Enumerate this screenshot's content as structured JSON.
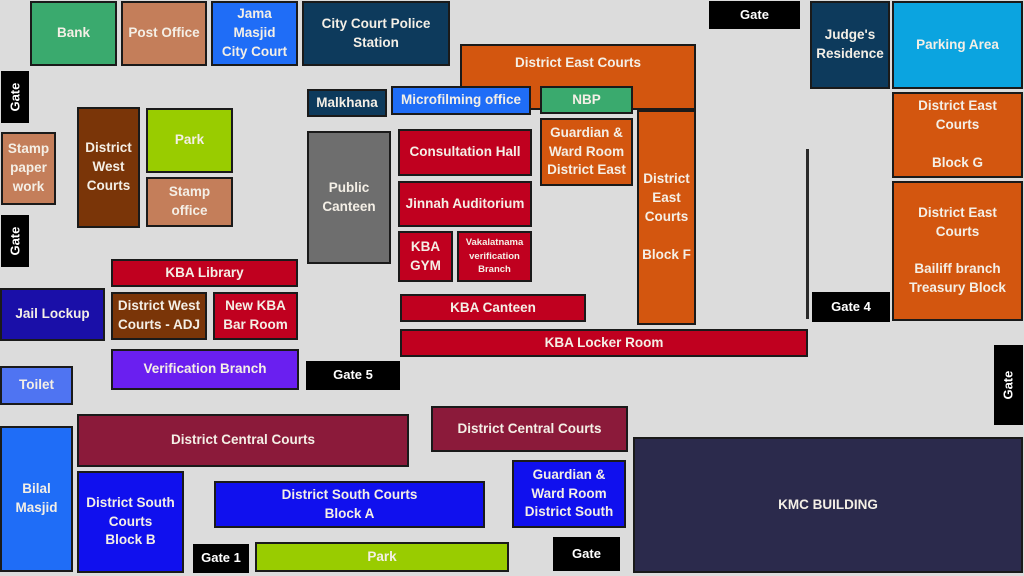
{
  "map": {
    "colors": {
      "background": "#dcdcdc",
      "gate": "#000000",
      "district_east": "#d3560f",
      "kba": "#c0001f",
      "district_west": "#7a3508",
      "district_central": "#8b1a3a",
      "district_south": "#1010ee",
      "navy": "#0d3a5c",
      "kmc": "#2b2a4c"
    },
    "blocks": {
      "bank": {
        "label": "Bank",
        "color": "#3aaa6e"
      },
      "post_office": {
        "label": "Post Office",
        "color": "#c47e5a"
      },
      "jama_masjid": {
        "label": "Jama\nMasjid\nCity Court",
        "color": "#1f6df7"
      },
      "city_court_police": {
        "label": "City Court Police\nStation",
        "color": "#0d3a5c"
      },
      "gate_top": {
        "label": "Gate"
      },
      "judges_residence": {
        "label": "Judge's\nResidence",
        "color": "#0d3a5c"
      },
      "parking": {
        "label": "Parking Area",
        "color": "#0ba4e0"
      },
      "gate_left_1": {
        "label": "Gate"
      },
      "district_east_top": {
        "label": "District East Courts",
        "color": "#d3560f"
      },
      "malkhana": {
        "label": "Malkhana",
        "color": "#0d3a5c"
      },
      "microfilming": {
        "label": "Microfilming office",
        "color": "#1f6df7"
      },
      "nbp": {
        "label": "NBP",
        "color": "#3aaa6e"
      },
      "district_east_g": {
        "label": "District East\nCourts\n\nBlock G",
        "color": "#d3560f"
      },
      "district_west": {
        "label": "District\nWest\nCourts",
        "color": "#7a3508"
      },
      "park_1": {
        "label": "Park",
        "color": "#99cc00"
      },
      "stamp_paper": {
        "label": "Stamp\npaper\nwork",
        "color": "#c47e5a"
      },
      "consultation_hall": {
        "label": "Consultation Hall",
        "color": "#c0001f"
      },
      "guardian_east": {
        "label": "Guardian &\nWard Room\nDistrict East",
        "color": "#d3560f"
      },
      "district_east_f": {
        "label": "District\nEast\nCourts\n\nBlock F",
        "color": "#d3560f"
      },
      "public_canteen": {
        "label": "Public\nCanteen",
        "color": "#6e6e6e"
      },
      "stamp_office": {
        "label": "Stamp\noffice",
        "color": "#c47e5a"
      },
      "district_east_bailiff": {
        "label": "District East\nCourts\n\nBailiff branch\nTreasury Block",
        "color": "#d3560f"
      },
      "jinnah_auditorium": {
        "label": "Jinnah Auditorium",
        "color": "#c0001f"
      },
      "gate_left_2": {
        "label": "Gate"
      },
      "kba_gym": {
        "label": "KBA\nGYM",
        "color": "#c0001f"
      },
      "vakalatnama": {
        "label": "Vakalatnama\nverification\nBranch",
        "color": "#c0001f"
      },
      "kba_library": {
        "label": "KBA Library",
        "color": "#c0001f"
      },
      "jail_lockup": {
        "label": "Jail Lockup",
        "color": "#1a0fa8"
      },
      "district_west_adj": {
        "label": "District West\nCourts - ADJ",
        "color": "#7a3508"
      },
      "new_kba_bar": {
        "label": "New KBA\nBar Room",
        "color": "#c0001f"
      },
      "kba_canteen": {
        "label": "KBA Canteen",
        "color": "#c0001f"
      },
      "gate_4": {
        "label": "Gate 4"
      },
      "kba_locker": {
        "label": "KBA Locker Room",
        "color": "#c0001f"
      },
      "gate_right": {
        "label": "Gate"
      },
      "verification_branch": {
        "label": "Verification Branch",
        "color": "#6a1ff0"
      },
      "gate_5": {
        "label": "Gate 5"
      },
      "toilet": {
        "label": "Toilet",
        "color": "#4f74f2"
      },
      "district_central_1": {
        "label": "District Central Courts",
        "color": "#8b1a3a"
      },
      "district_central_2": {
        "label": "District Central Courts",
        "color": "#8b1a3a"
      },
      "bilal_masjid": {
        "label": "Bilal\nMasjid",
        "color": "#1f6df7"
      },
      "kmc_building": {
        "label": "KMC BUILDING",
        "color": "#2b2a4c"
      },
      "guardian_south": {
        "label": "Guardian &\nWard Room\nDistrict South",
        "color": "#1010ee"
      },
      "district_south_b": {
        "label": "District South\nCourts\nBlock B",
        "color": "#1010ee"
      },
      "district_south_a": {
        "label": "District South Courts\nBlock A",
        "color": "#1010ee"
      },
      "gate_1": {
        "label": "Gate 1"
      },
      "park_2": {
        "label": "Park",
        "color": "#99cc00"
      },
      "gate_bottom": {
        "label": "Gate"
      }
    }
  }
}
